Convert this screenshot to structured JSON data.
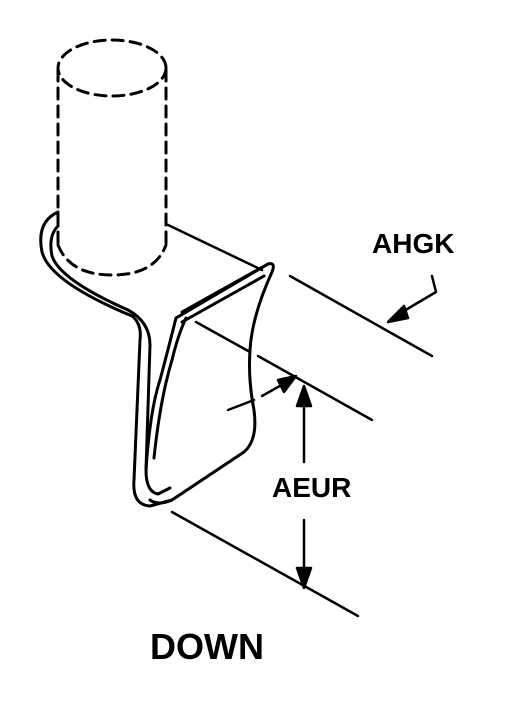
{
  "labels": {
    "top_callout": "AHGK",
    "dimension": "AEUR",
    "caption": "DOWN"
  },
  "colors": {
    "ink": "#000000",
    "paper": "#ffffff"
  }
}
